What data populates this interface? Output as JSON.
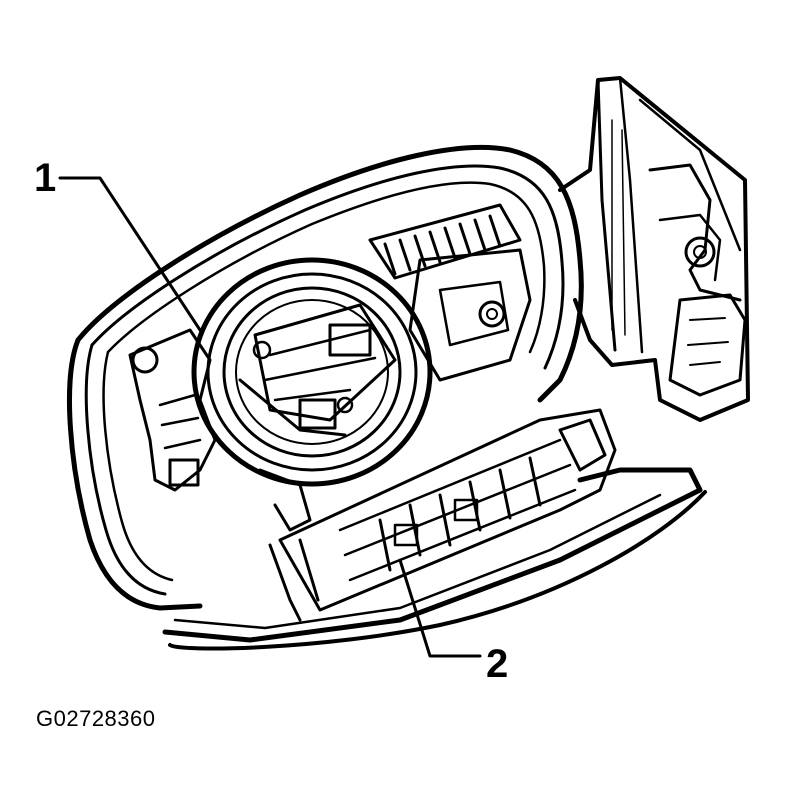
{
  "callouts": [
    {
      "label": "1"
    },
    {
      "label": "2"
    }
  ],
  "figure_id": "G02728360"
}
